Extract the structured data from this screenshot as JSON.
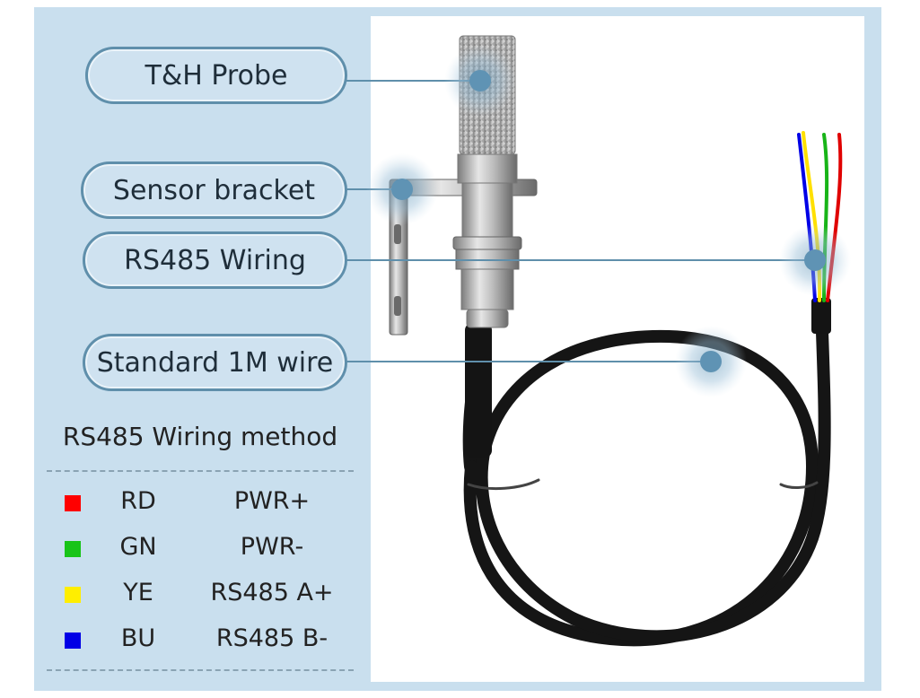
{
  "callouts": {
    "probe": "T&H Probe",
    "bracket": "Sensor bracket",
    "wiring": "RS485 Wiring",
    "wire": "Standard 1M wire"
  },
  "wiring_method": {
    "title": "RS485 Wiring method",
    "rows": [
      {
        "color": "#ff0000",
        "code": "RD",
        "function": "PWR+"
      },
      {
        "color": "#18c418",
        "code": "GN",
        "function": "PWR-"
      },
      {
        "color": "#ffee00",
        "code": "YE",
        "function": "RS485 A+"
      },
      {
        "color": "#0000e6",
        "code": "BU",
        "function": "RS485 B-"
      }
    ]
  },
  "colors": {
    "panel_background": "#c9dfee",
    "callout_border": "#5f8fab",
    "marker": "#5f93b4"
  }
}
